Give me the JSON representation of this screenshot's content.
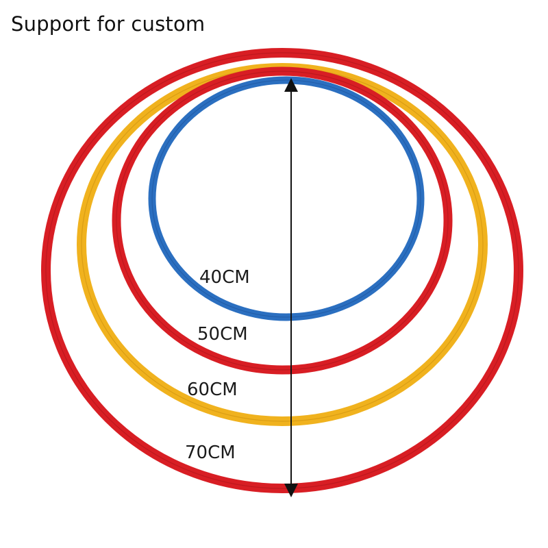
{
  "title": "Support for custom",
  "rings": [
    {
      "label": "40CM",
      "diameter_cm": 40,
      "color": "#2b6fc0"
    },
    {
      "label": "50CM",
      "diameter_cm": 50,
      "color": "#d81e24"
    },
    {
      "label": "60CM",
      "diameter_cm": 60,
      "color": "#f0b21e"
    },
    {
      "label": "70CM",
      "diameter_cm": 70,
      "color": "#d81e24"
    }
  ],
  "background_color": "#ffffff"
}
